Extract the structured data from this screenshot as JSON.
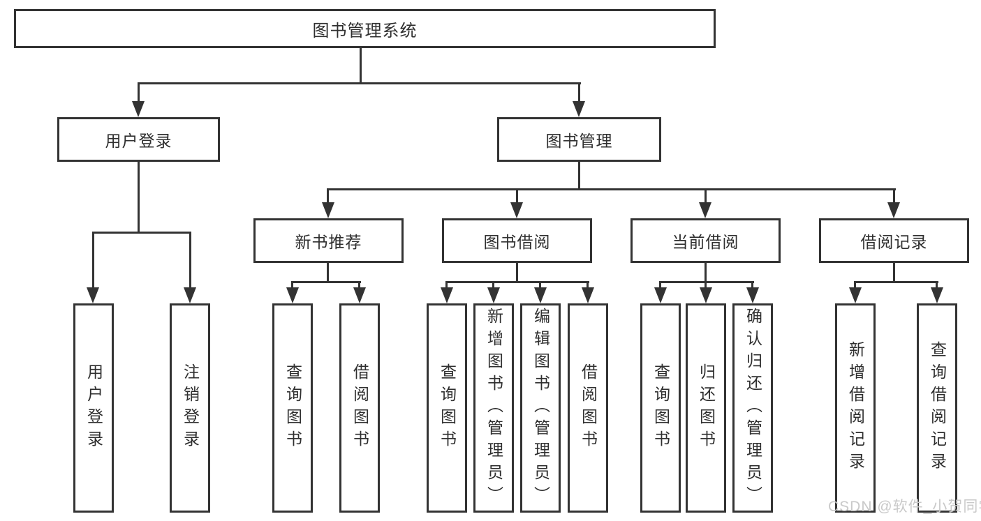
{
  "colors": {
    "line": "#333333",
    "box_border": "#333333",
    "box_fill": "#ffffff",
    "text": "#2f2f2f",
    "watermark": "#c9c9c9"
  },
  "watermark": {
    "text": "CSDN @软件_小贺同学"
  },
  "nodes": {
    "root": {
      "label": "图书管理系统"
    },
    "level2": [
      {
        "label": "用户登录"
      },
      {
        "label": "图书管理"
      }
    ],
    "level3": [
      {
        "label": "新书推荐"
      },
      {
        "label": "图书借阅"
      },
      {
        "label": "当前借阅"
      },
      {
        "label": "借阅记录"
      }
    ],
    "level4": [
      {
        "label": "用户登录"
      },
      {
        "label": "注销登录"
      },
      {
        "label": "查询图书"
      },
      {
        "label": "借阅图书"
      },
      {
        "label": "查询图书"
      },
      {
        "label": "新增图书（管理员）"
      },
      {
        "label": "编辑图书（管理员）"
      },
      {
        "label": "借阅图书"
      },
      {
        "label": "查询图书"
      },
      {
        "label": "归还图书"
      },
      {
        "label": "确认归还（管理员）"
      },
      {
        "label": "新增借阅记录"
      },
      {
        "label": "查询借阅记录"
      }
    ]
  }
}
